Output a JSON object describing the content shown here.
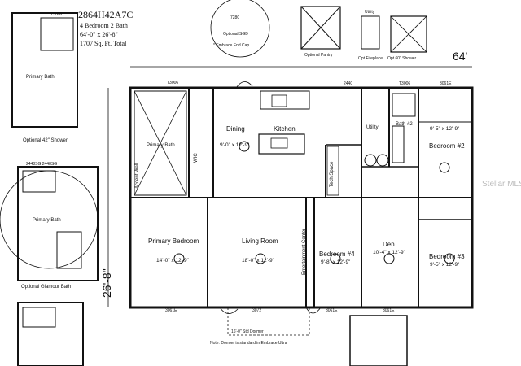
{
  "header": {
    "model": "2864H42A7C",
    "beds_baths": "4 Bedroom 2 Bath",
    "size": "64'-0\" x 26'-8\"",
    "sqft": "1707 Sq. Ft. Total"
  },
  "dimensions": {
    "width": "64'",
    "depth": "26'-8\""
  },
  "rooms": {
    "dining_name": "Dining",
    "dining_dims": "9'-0\" x 12'-9\"",
    "kitchen": "Kitchen",
    "primary_bath": "Primary Bath",
    "bath2": "Bath #2",
    "bedroom2_dims": "9'-5\" x 12'-9\"",
    "bedroom2_name": "Bedroom #2",
    "utility": "Utility",
    "primary_bedroom_name": "Primary Bedroom",
    "primary_bedroom_dims": "14'-0\" x 12'-9\"",
    "living_name": "Living Room",
    "living_dims": "18'-0\" x 12'-9\"",
    "bedroom4_name": "Bedroom #4",
    "bedroom4_dims": "9'-8\" x 12'-9\"",
    "den_name": "Den",
    "den_dims": "10'-4\" x 12'-9\"",
    "bedroom3_name": "Bedroom #3",
    "bedroom3_dims": "9'-5\" x 12'-9\"",
    "wic": "WIC",
    "tech_space": "Tech Space",
    "accent_wall": "Accent Wall",
    "entertainment": "Entertainment Center"
  },
  "notes": {
    "optional_sgd": "Optional SGD",
    "embrace_end_cap": "* Embrace End Cap",
    "optional_pantry": "Optional Pantry",
    "opt_fireplace": "Opt Fireplace",
    "opt_60_shower": "Opt 60\" Shower",
    "optional_42_shower": "Optional 42\" Shower",
    "optional_glamour_bath": "Optional Glamour Bath",
    "std_dormer": "16'-0\" Std Dormer",
    "dormer_note": "Note: Dormer is standard in Embrace Ultra",
    "utility_label": "Utility",
    "primary_bath_alt": "Primary Bath",
    "primary_bath_top": "Primary Bath",
    "stellar": "Stellar"
  },
  "codes": {
    "t3006_a": "T3006",
    "t3006_b": "T3006",
    "t3006_c": "T3006",
    "c2440": "2440",
    "c3061e_a": "3061E",
    "c3061e_b": "3061E",
    "c3061e_c": "3061E",
    "c3061e_d": "3061E",
    "c3072": "3072",
    "c7280": "7280",
    "c2448sg": "2448SG 2448SG"
  },
  "watermark": "Stellar MLS"
}
